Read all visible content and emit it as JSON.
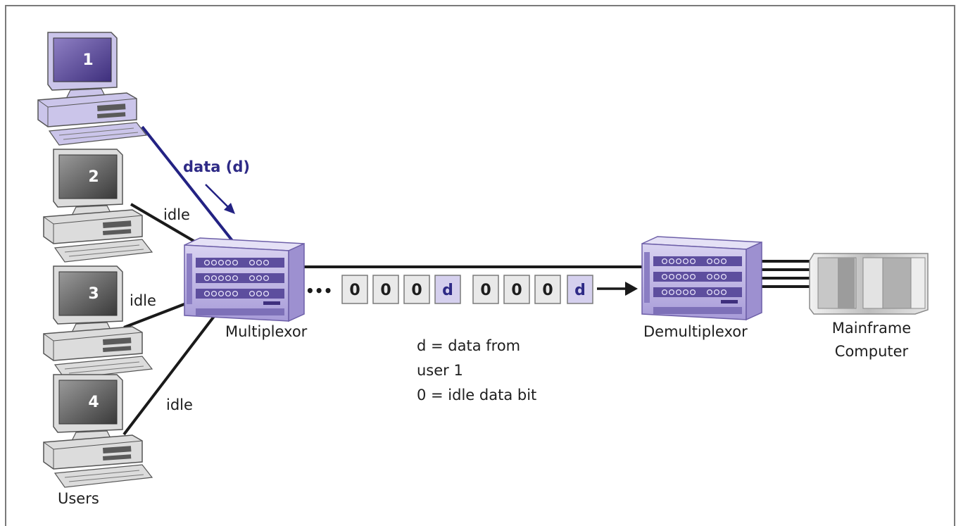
{
  "users": [
    {
      "number": "1",
      "state": "data",
      "highlighted": true
    },
    {
      "number": "2",
      "state": "idle",
      "highlighted": false
    },
    {
      "number": "3",
      "state": "idle",
      "highlighted": false
    },
    {
      "number": "4",
      "state": "idle",
      "highlighted": false
    }
  ],
  "labels": {
    "data_line": "data (d)",
    "idle": "idle",
    "users": "Users",
    "multiplexor": "Multiplexor",
    "demultiplexor": "Demultiplexor",
    "mainframe_line1": "Mainframe",
    "mainframe_line2": "Computer",
    "ellipsis": "•••"
  },
  "stream": [
    "0",
    "0",
    "0",
    "d",
    "0",
    "0",
    "0",
    "d"
  ],
  "legend": {
    "line1": "d = data from",
    "line2": "user 1",
    "line3": "0 = idle data bit"
  },
  "colors": {
    "data_line": "#232283",
    "link_line": "#1a1a1a",
    "device_purple": "#c7c0e6",
    "device_dark": "#6d5fa8",
    "computer_gray": "#d6d6d6",
    "bit_box_gray": "#e9e9e9",
    "bit_box_purple": "#d5d0ee"
  }
}
